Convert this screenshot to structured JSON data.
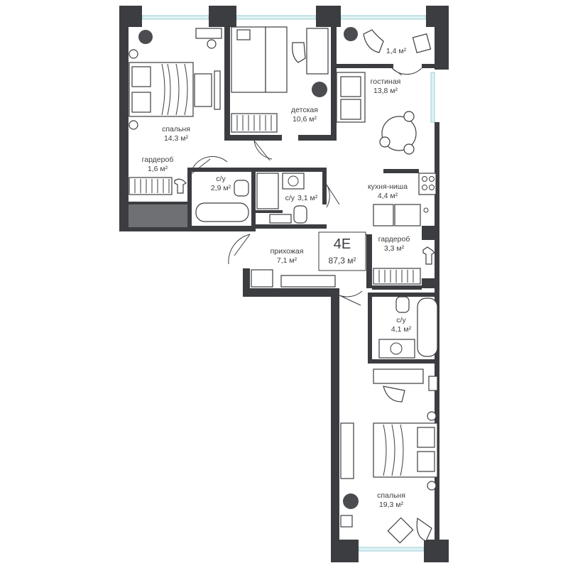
{
  "plan": {
    "type_code": "4Е",
    "total_area": "87,3 м²"
  },
  "rooms": [
    {
      "id": "bedroom-1",
      "name": "спальня",
      "area": "14,3 м²"
    },
    {
      "id": "nursery",
      "name": "детская",
      "area": "10,6 м²"
    },
    {
      "id": "balcony",
      "name": "",
      "area": "1,4 м²"
    },
    {
      "id": "living",
      "name": "гостиная",
      "area": "13,8 м²"
    },
    {
      "id": "wardrobe-1",
      "name": "гардероб",
      "area": "1,6 м²"
    },
    {
      "id": "bath-1",
      "name": "с/у",
      "area": "2,9 м²"
    },
    {
      "id": "bath-2",
      "name": "с/у",
      "area": "3,1 м²"
    },
    {
      "id": "kitchen",
      "name": "кухня-ниша",
      "area": "4,4 м²"
    },
    {
      "id": "wardrobe-2",
      "name": "гардероб",
      "area": "3,3 м²"
    },
    {
      "id": "hallway",
      "name": "прихожая",
      "area": "7,1 м²"
    },
    {
      "id": "bath-3",
      "name": "с/у",
      "area": "4,1 м²"
    },
    {
      "id": "bedroom-2",
      "name": "спальня",
      "area": "19,3 м²"
    }
  ],
  "colors": {
    "wall": "#3b3d40",
    "glass": "#dff2f3",
    "closet": "#6e7074"
  }
}
